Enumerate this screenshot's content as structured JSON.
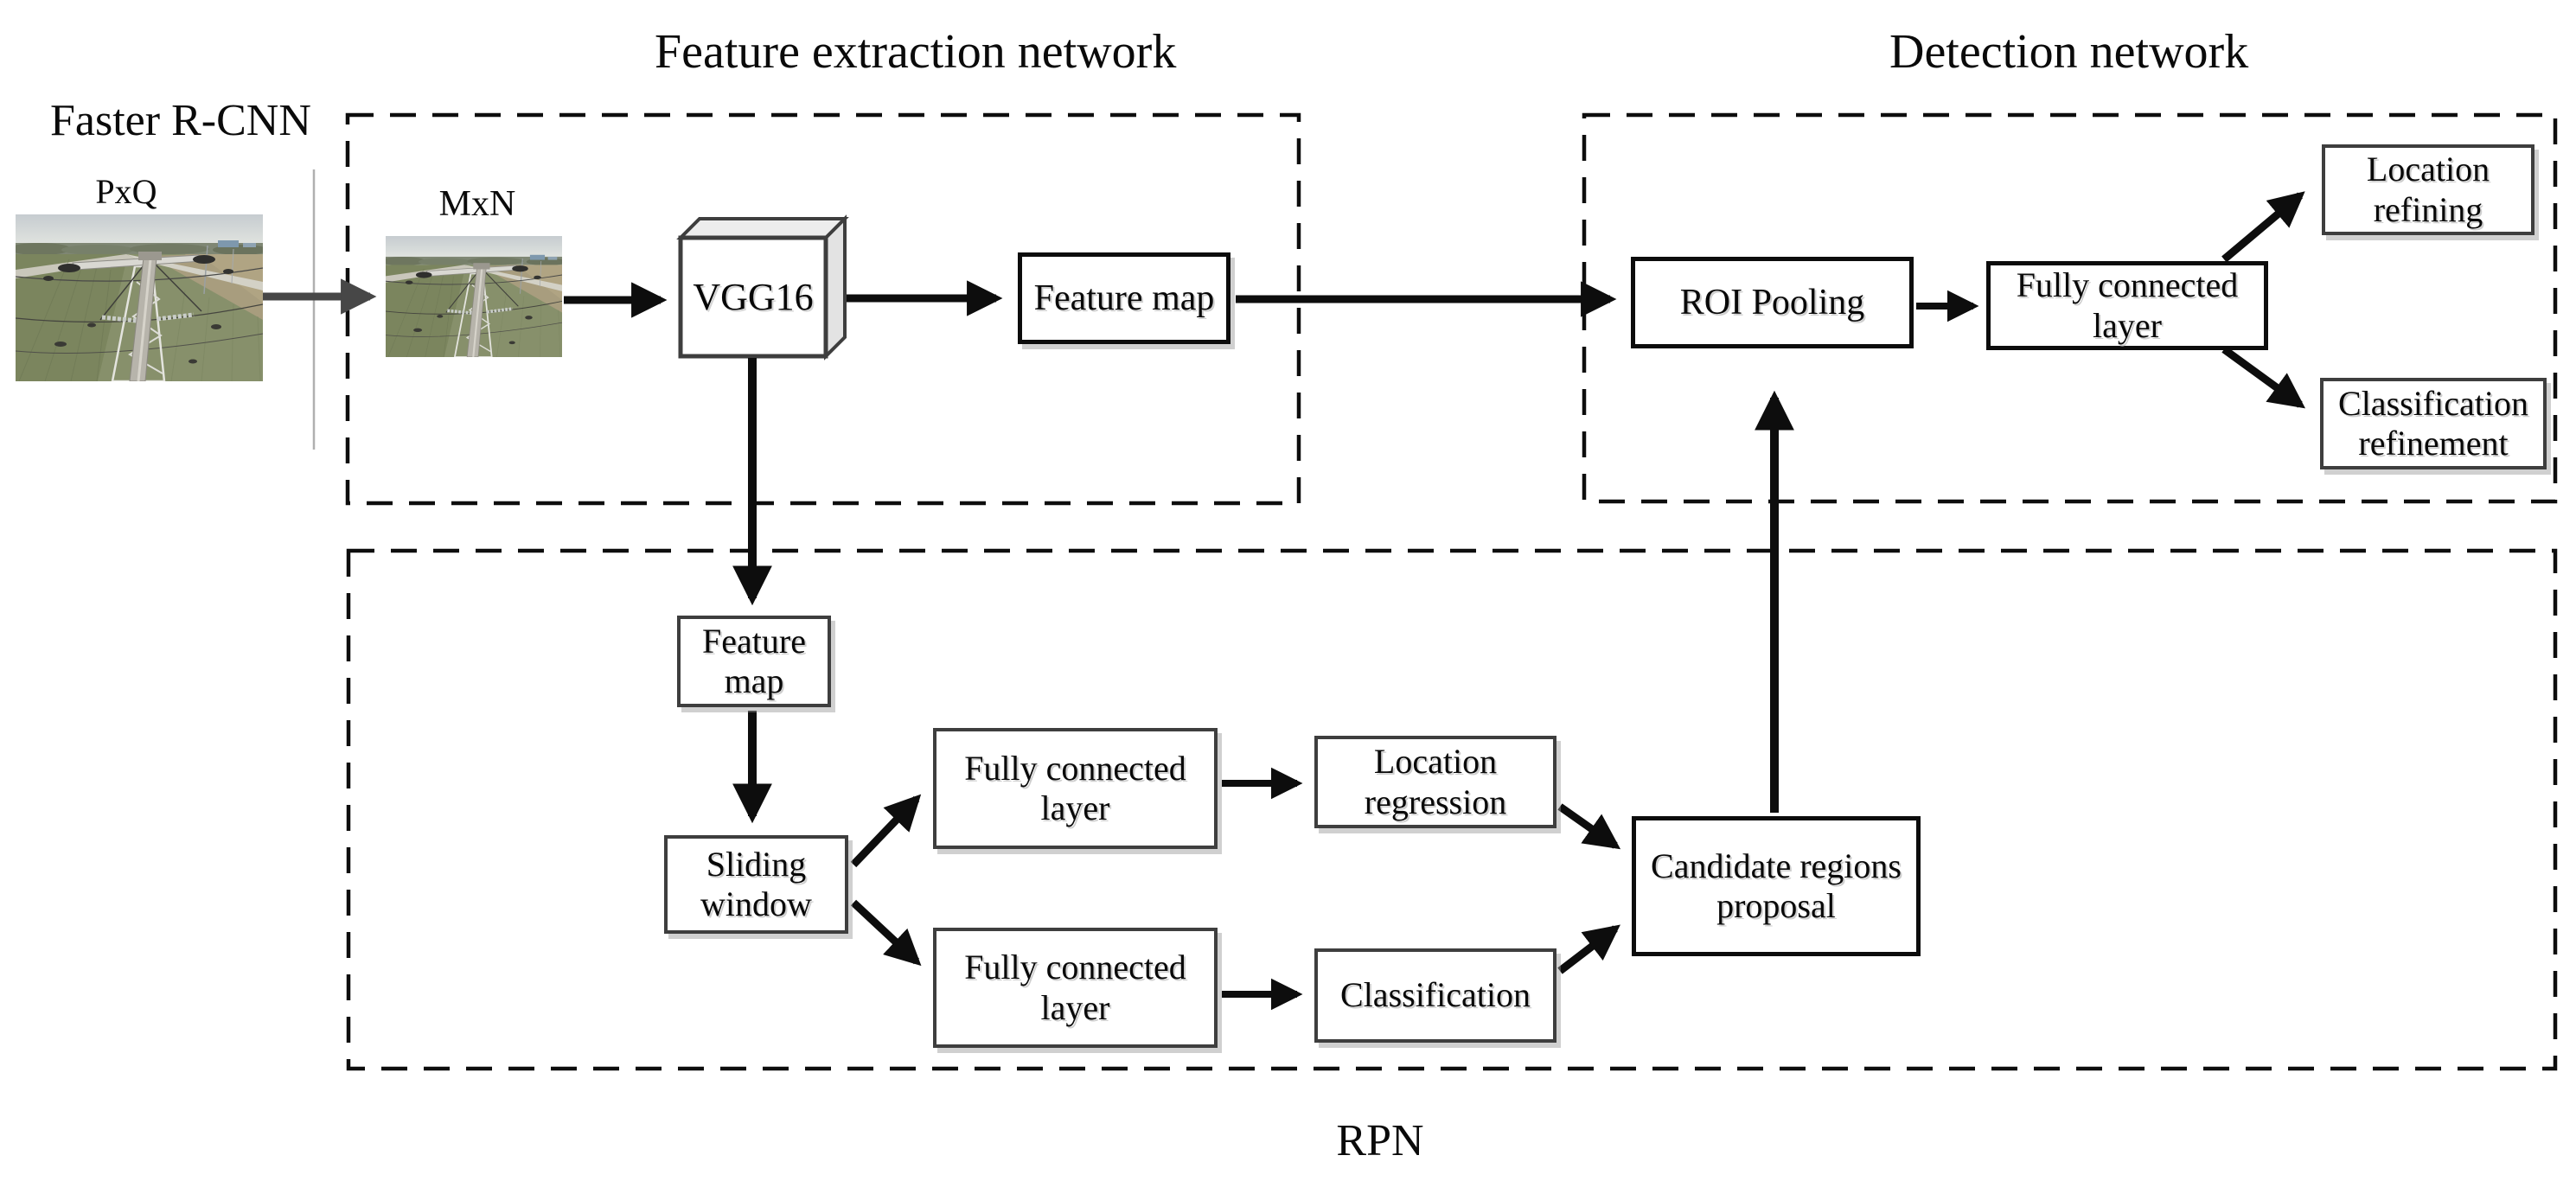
{
  "diagram": {
    "title": "Faster R-CNN",
    "sections": {
      "feature_extraction": "Feature extraction network",
      "detection": "Detection network",
      "rpn": "RPN"
    },
    "inputs": {
      "pxq": "PxQ",
      "mxn": "MxN"
    },
    "nodes": {
      "vgg16": "VGG16",
      "feature_map_main": "Feature map",
      "roi_pooling": "ROI Pooling",
      "fc_detection": "Fully connected layer",
      "location_refining": "Location refining",
      "classification_refinement": "Classification refinement",
      "feature_map_rpn": "Feature map",
      "sliding_window": "Sliding window",
      "fc_rpn_1": "Fully connected layer",
      "fc_rpn_2": "Fully connected layer",
      "location_regression": "Location regression",
      "classification": "Classification",
      "candidate_regions_proposal": "Candidate regions proposal"
    },
    "colors": {
      "background": "#ffffff",
      "box_border": "#0c0c0c",
      "box_border_soft": "#3e3e3e",
      "arrow": "#0d0d0d",
      "resize_arrow": "#474747",
      "vgg_face": "#ededed"
    }
  }
}
